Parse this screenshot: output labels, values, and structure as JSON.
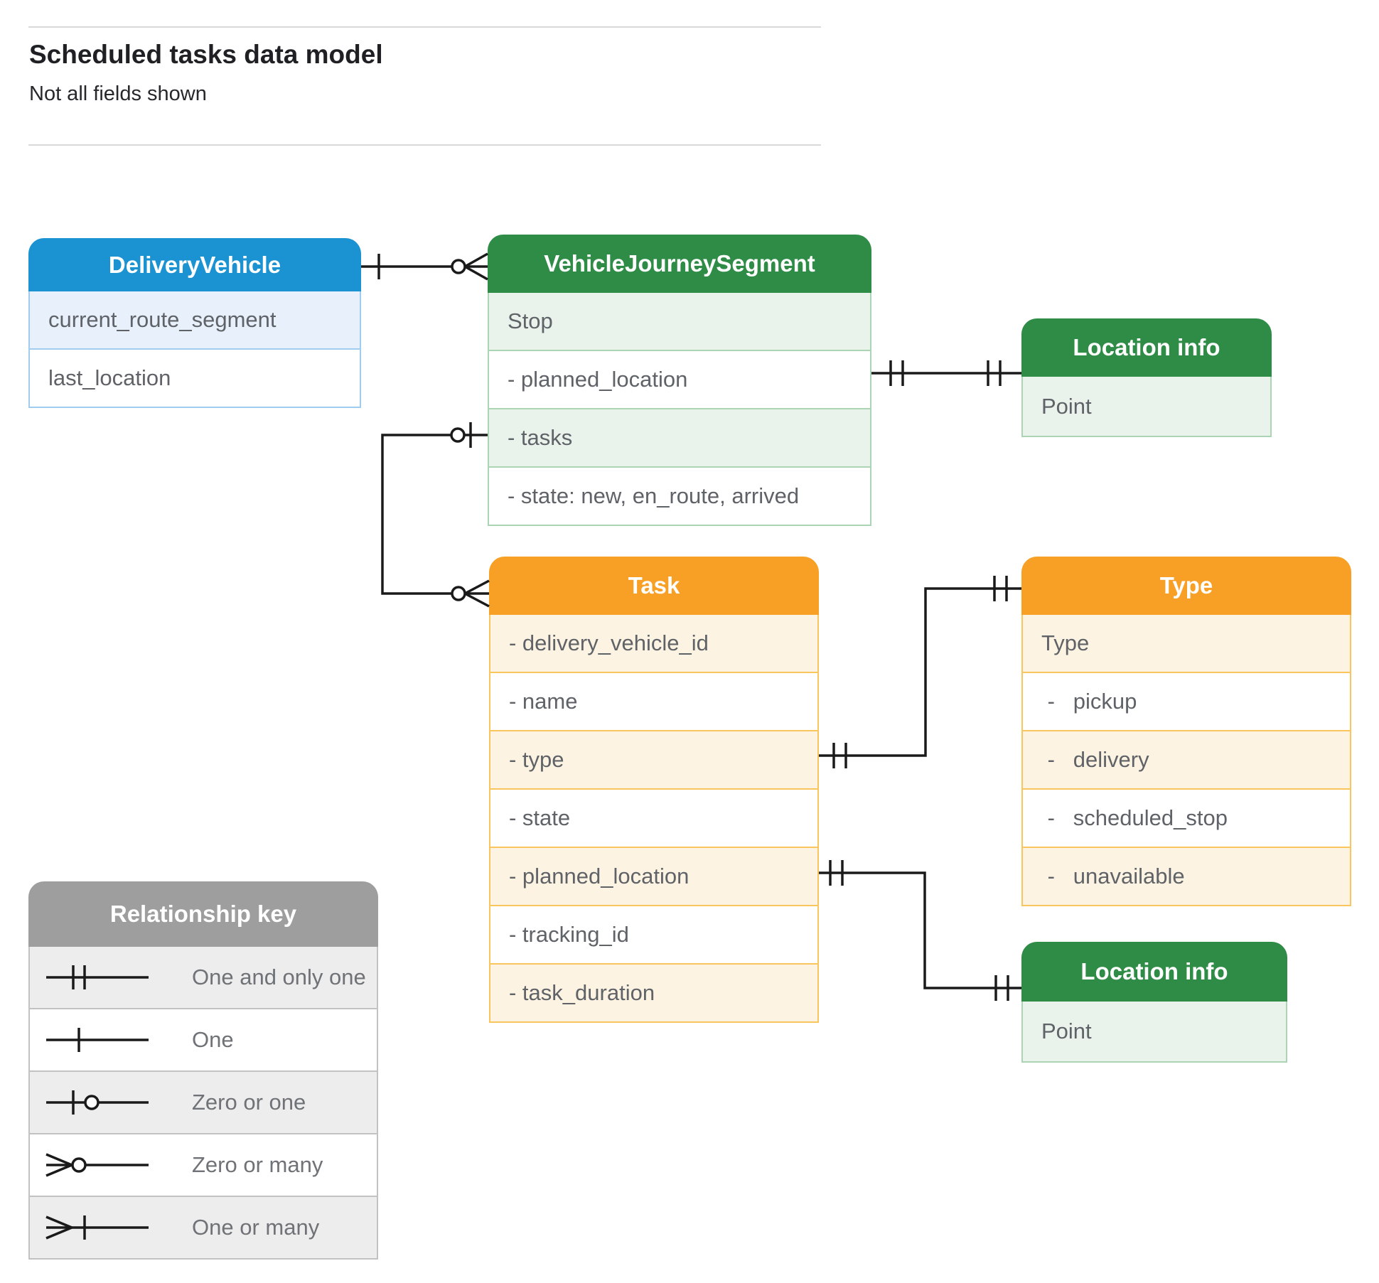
{
  "page": {
    "title": "Scheduled tasks data model",
    "subtitle": "Not all fields shown"
  },
  "colors": {
    "blue_header": "#1b92d1",
    "blue_row_tint": "#e8f1fb",
    "green_header": "#2f8c46",
    "green_row_tint": "#e9f3ec",
    "orange_header": "#f7a025",
    "orange_row_tint": "#fdf3e2",
    "gray_header": "#9e9e9e",
    "gray_row_tint": "#ededed",
    "connector_line": "#1a1a1a"
  },
  "tables": {
    "delivery_vehicle": {
      "title": "DeliveryVehicle",
      "rows": [
        "current_route_segment",
        "last_location"
      ]
    },
    "vehicle_journey_segment": {
      "title": "VehicleJourneySegment",
      "rows": [
        "Stop",
        "- planned_location",
        "- tasks",
        "- state: new, en_route, arrived"
      ]
    },
    "location_info_top": {
      "title": "Location info",
      "rows": [
        "Point"
      ]
    },
    "task": {
      "title": "Task",
      "rows": [
        "- delivery_vehicle_id",
        "- name",
        "- type",
        "- state",
        "- planned_location",
        "- tracking_id",
        "- task_duration"
      ]
    },
    "type": {
      "title": "Type",
      "rows": [
        "Type",
        " -   pickup",
        " -   delivery",
        " -   scheduled_stop",
        " -   unavailable"
      ]
    },
    "location_info_bottom": {
      "title": "Location info",
      "rows": [
        "Point"
      ]
    }
  },
  "legend": {
    "title": "Relationship key",
    "items": [
      {
        "symbol": "one-and-only-one",
        "label": "One and only one"
      },
      {
        "symbol": "one",
        "label": "One"
      },
      {
        "symbol": "zero-or-one",
        "label": "Zero or one"
      },
      {
        "symbol": "zero-or-many",
        "label": "Zero or many"
      },
      {
        "symbol": "one-or-many",
        "label": "One or many"
      }
    ]
  },
  "relationships": [
    {
      "from": "DeliveryVehicle",
      "to": "VehicleJourneySegment",
      "from_cardinality": "one",
      "to_cardinality": "zero-or-many"
    },
    {
      "from": "VehicleJourneySegment.planned_location",
      "to": "Location info",
      "from_cardinality": "one-and-only-one",
      "to_cardinality": "one-and-only-one"
    },
    {
      "from": "VehicleJourneySegment.tasks",
      "to": "Task",
      "from_cardinality": "zero-or-one",
      "to_cardinality": "zero-or-many"
    },
    {
      "from": "Task.type",
      "to": "Type",
      "from_cardinality": "one-and-only-one",
      "to_cardinality": "one-and-only-one"
    },
    {
      "from": "Task.planned_location",
      "to": "Location info",
      "from_cardinality": "one-and-only-one",
      "to_cardinality": "one-and-only-one"
    }
  ]
}
